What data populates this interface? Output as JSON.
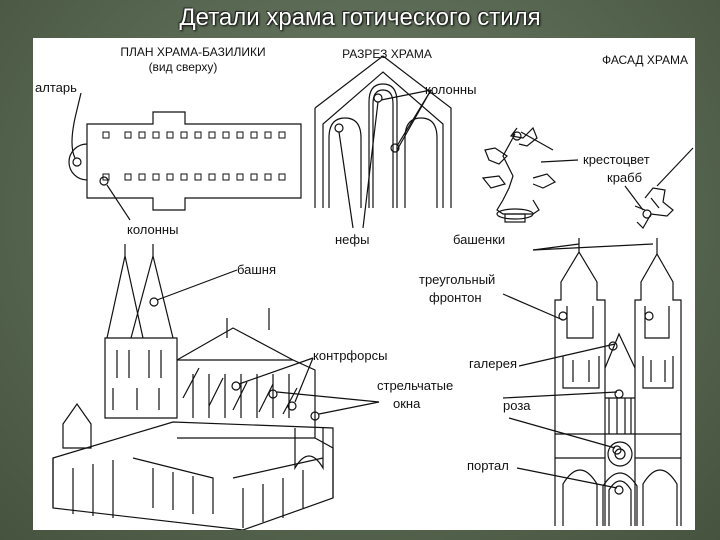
{
  "title": "Детали  храма готического стиля",
  "plan": {
    "heading": "ПЛАН ХРАМА-БАЗИЛИКИ",
    "subheading": "(вид сверху)",
    "altar": "алтарь",
    "columns": "колонны"
  },
  "section": {
    "heading": "РАЗРЕЗ ХРАМА",
    "columns": "колонны",
    "naves": "нефы"
  },
  "facade": {
    "heading": "ФАСАД ХРАМА",
    "finial": "крестоцвет",
    "crocket": "крабб",
    "turrets": "башенки",
    "gable_line1": "треугольный",
    "gable_line2": "фронтон",
    "gallery": "галерея",
    "rose": "роза",
    "portal": "портал"
  },
  "cathedral": {
    "tower": "башня",
    "buttresses": "контрфорсы",
    "windows_line1": "стрельчатые",
    "windows_line2": "окна"
  }
}
